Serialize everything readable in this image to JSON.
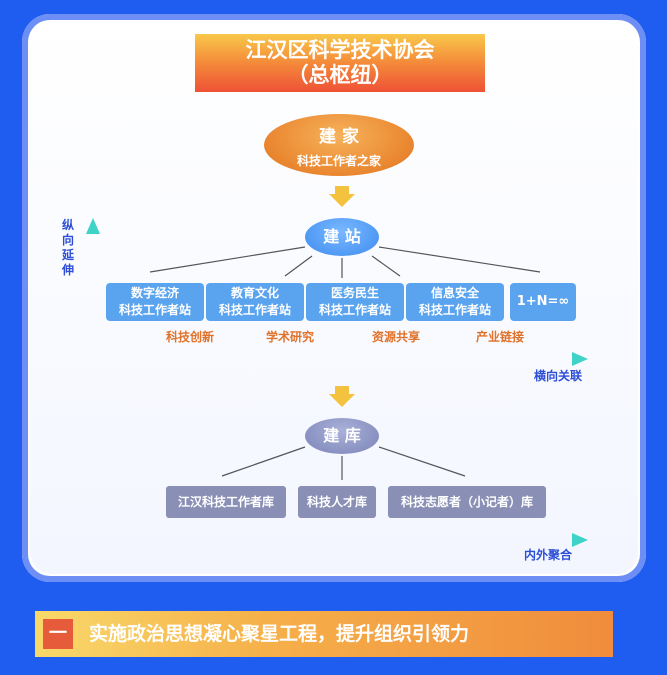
{
  "title": {
    "line1": "江汉区科学技术协会",
    "line2": "（总枢纽）"
  },
  "home": {
    "title": "建 家",
    "subtitle": "科技工作者之家"
  },
  "station_hub": {
    "label": "建 站"
  },
  "stations": [
    {
      "line1": "数字经济",
      "line2": "科技工作者站"
    },
    {
      "line1": "教育文化",
      "line2": "科技工作者站"
    },
    {
      "line1": "医务民生",
      "line2": "科技工作者站"
    },
    {
      "line1": "信息安全",
      "line2": "科技工作者站"
    },
    {
      "line1": "1+N=∞",
      "line2": ""
    }
  ],
  "functions": [
    "科技创新",
    "学术研究",
    "资源共享",
    "产业链接"
  ],
  "axes": {
    "vertical": "纵向延伸",
    "horizontal1": "横向关联",
    "horizontal2": "内外聚合"
  },
  "library_hub": {
    "label": "建 库"
  },
  "libraries": [
    "江汉科技工作者库",
    "科技人才库",
    "科技志愿者（小记者）库"
  ],
  "banner": {
    "number": "一",
    "text": "实施政治思想凝心聚星工程，提升组织引领力"
  },
  "colors": {
    "background": "#1f5cf0",
    "orange": "#e0722b",
    "station": "#5aa4ef",
    "library": "#8a90b5",
    "axis": "#2d4fd6"
  }
}
